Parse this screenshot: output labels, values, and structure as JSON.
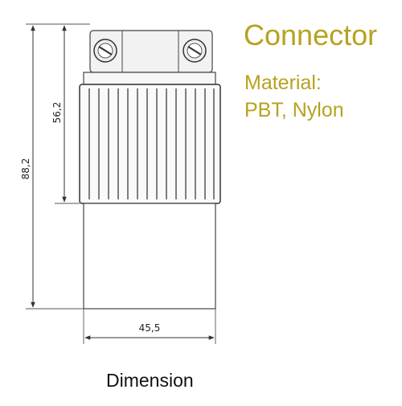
{
  "title": "Connector",
  "material": {
    "label": "Material:",
    "value": "PBT, Nylon"
  },
  "caption": "Dimension",
  "dimensions": {
    "overall_height": "88,2",
    "upper_height": "56,2",
    "width": "45,5"
  },
  "colors": {
    "title_text": "#b7a21e",
    "line": "#333333"
  }
}
